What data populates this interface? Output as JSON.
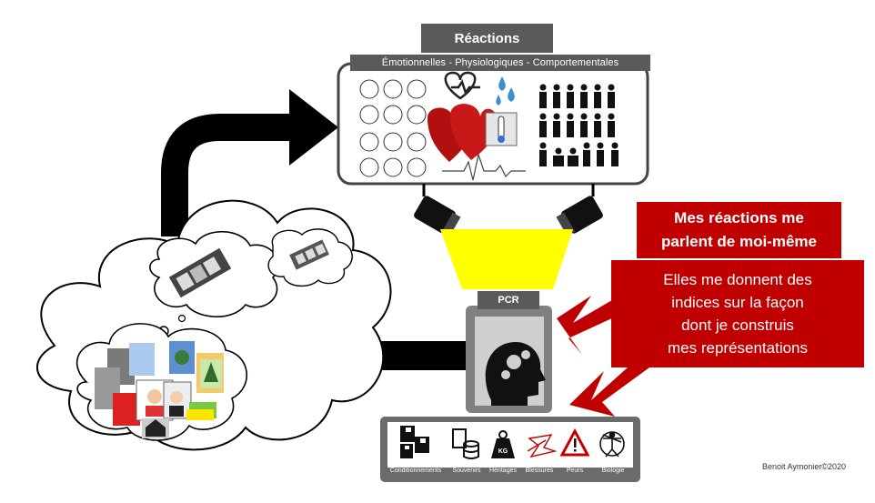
{
  "header": {
    "title": "Réactions",
    "subtitle": "Émotionnelles - Physiologiques - Comportementales"
  },
  "pcr": {
    "label": "PCR"
  },
  "callout": {
    "title_line1": "Mes réactions me",
    "title_line2": "parlent de moi-même",
    "body_line1": "Elles me donnent des",
    "body_line2": "indices sur la façon",
    "body_line3": "dont je construis",
    "body_line4": "mes représentations"
  },
  "sources": [
    {
      "label": "Conditionnements",
      "icon": "floppy-disks-icon"
    },
    {
      "label": "Souvenirs",
      "icon": "database-icon"
    },
    {
      "label": "Héritages",
      "icon": "weight-icon",
      "badge": "KG"
    },
    {
      "label": "Blessures",
      "icon": "broken-heart-icon"
    },
    {
      "label": "Peurs",
      "icon": "warning-icon"
    },
    {
      "label": "Biologie",
      "icon": "vitruvian-man-icon"
    }
  ],
  "credit": "Benoit Aymonier©2020",
  "colors": {
    "red": "#c00000",
    "gray": "#5a5a5a",
    "yellow": "#ffff00",
    "black": "#000000"
  }
}
